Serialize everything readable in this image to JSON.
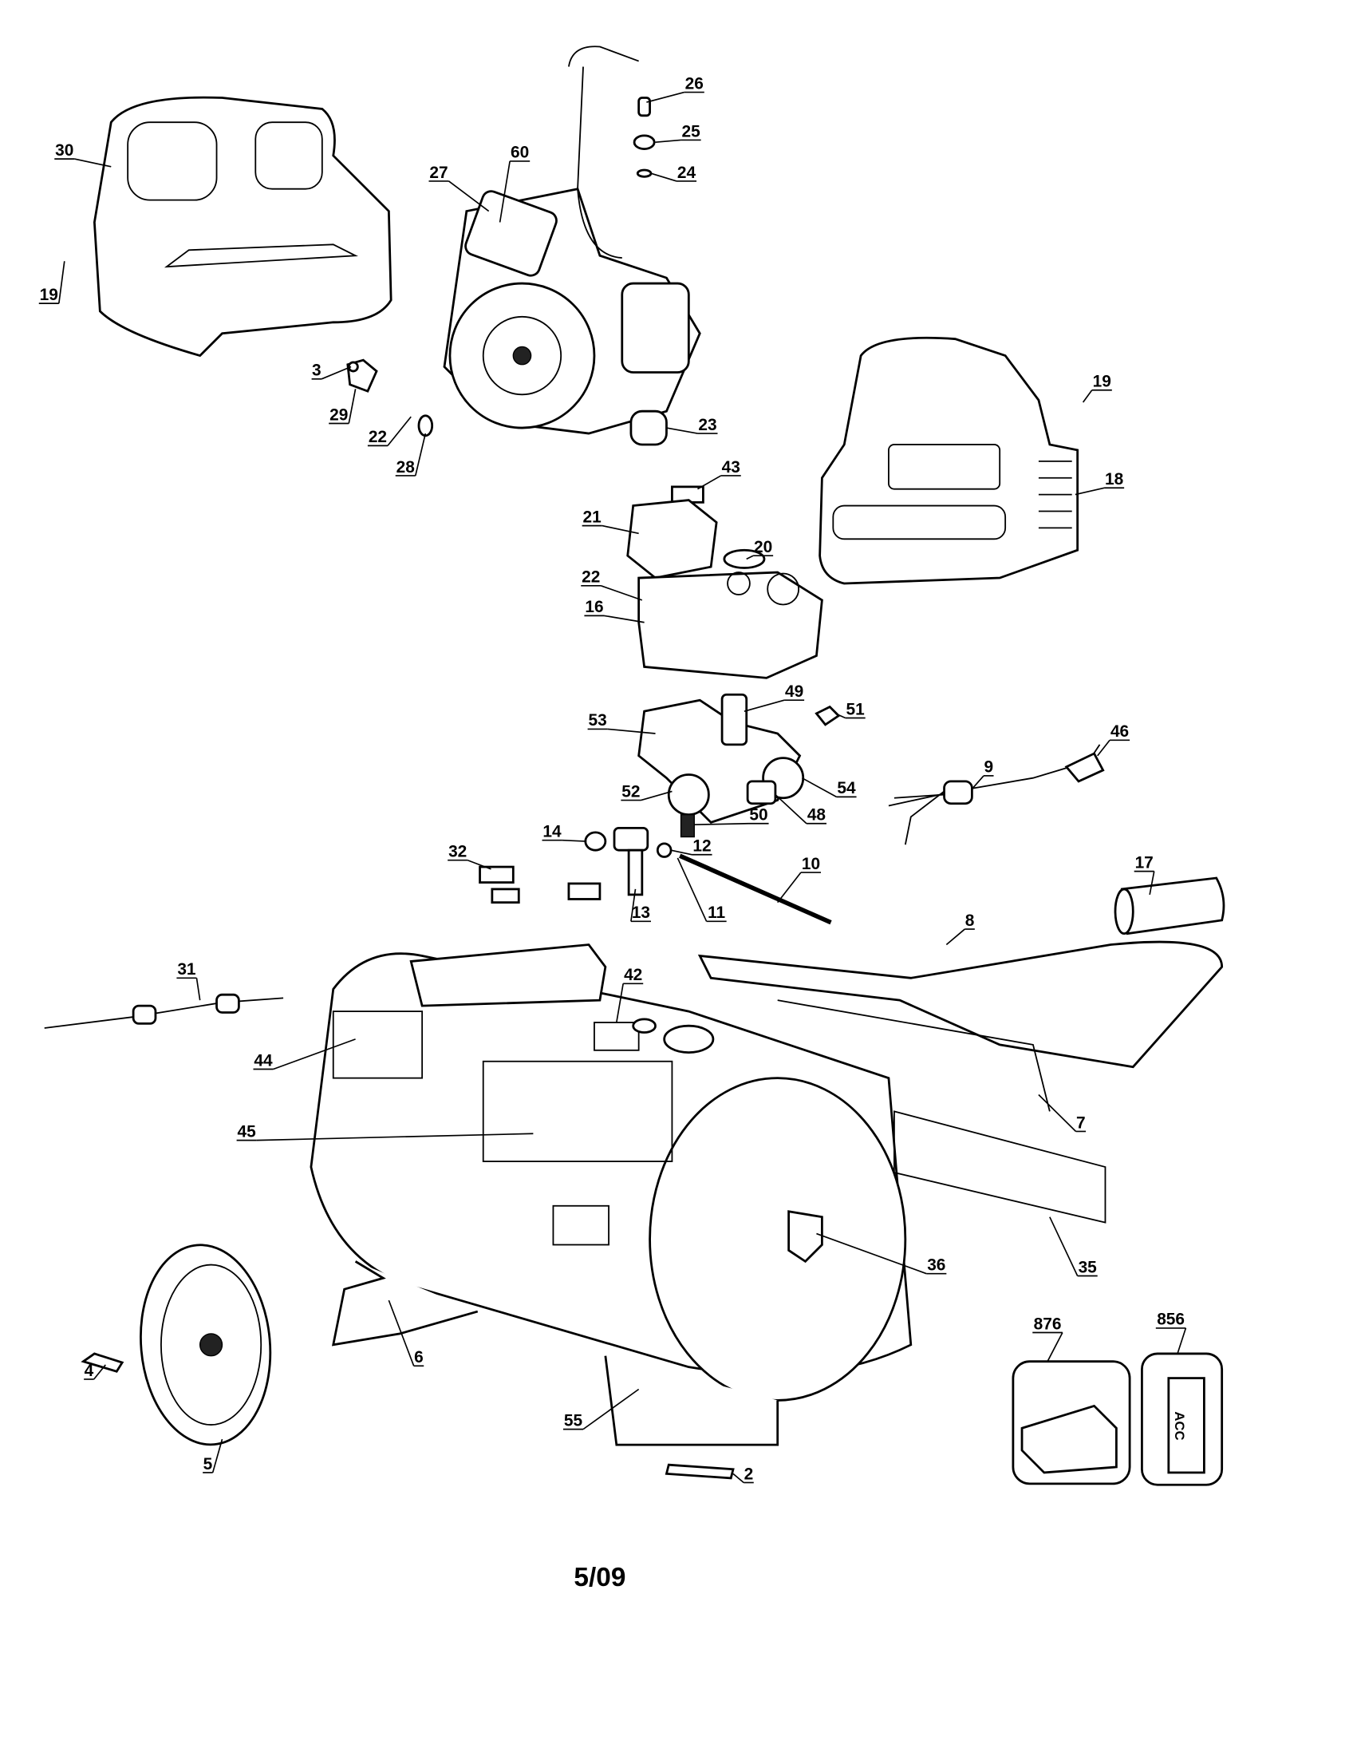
{
  "diagram": {
    "type": "exploded parts diagram (air compressor)",
    "part_numbers": [
      "26",
      "25",
      "24",
      "30",
      "27",
      "60",
      "19",
      "3",
      "29",
      "22",
      "28",
      "23",
      "19",
      "18",
      "43",
      "21",
      "20",
      "22",
      "16",
      "53",
      "49",
      "51",
      "46",
      "9",
      "52",
      "54",
      "50",
      "48",
      "14",
      "12",
      "32",
      "10",
      "17",
      "13",
      "11",
      "8",
      "31",
      "42",
      "44",
      "7",
      "45",
      "36",
      "35",
      "4",
      "5",
      "6",
      "55",
      "2",
      "876",
      "856"
    ],
    "kit_box_text": "ACC",
    "footer_date": "5/09"
  }
}
